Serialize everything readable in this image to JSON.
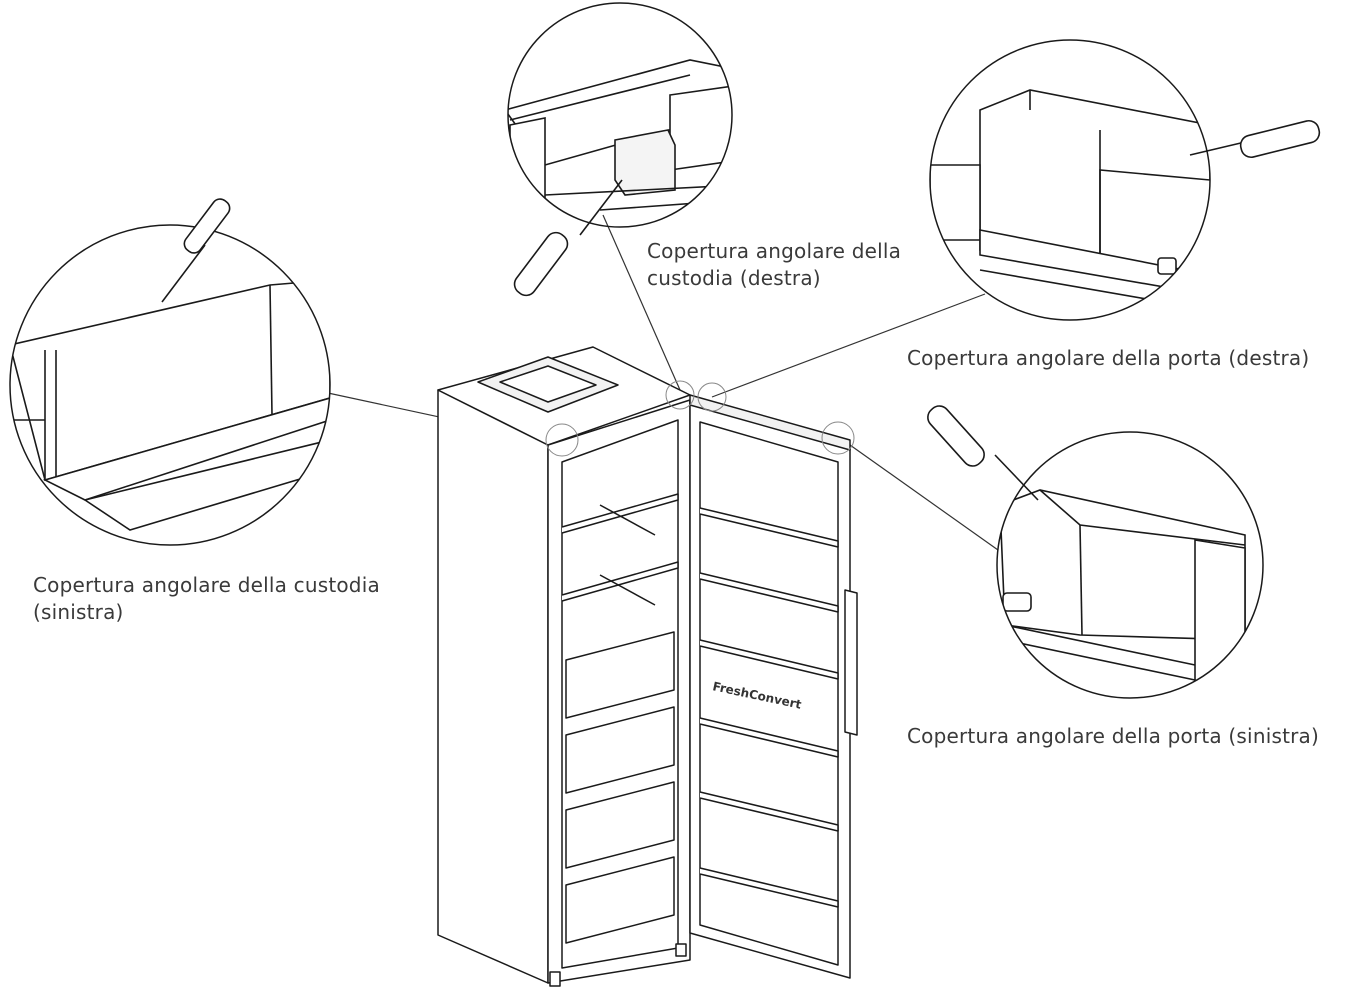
{
  "labels": {
    "case_left": {
      "line1": "Copertura angolare della custodia",
      "line2": "(sinistra)"
    },
    "case_right": {
      "line1": "Copertura angolare della",
      "line2": "custodia (destra)"
    },
    "door_right": {
      "line1": "Copertura angolare della porta (destra)"
    },
    "door_left": {
      "line1": "Copertura angolare della porta (sinistra)"
    }
  },
  "door_brand_text": "FreshConvert",
  "colors": {
    "stroke": "#1a1a1a",
    "label": "#3a3a3a",
    "background": "#ffffff"
  },
  "icons": [
    "screwdriver-icon"
  ]
}
